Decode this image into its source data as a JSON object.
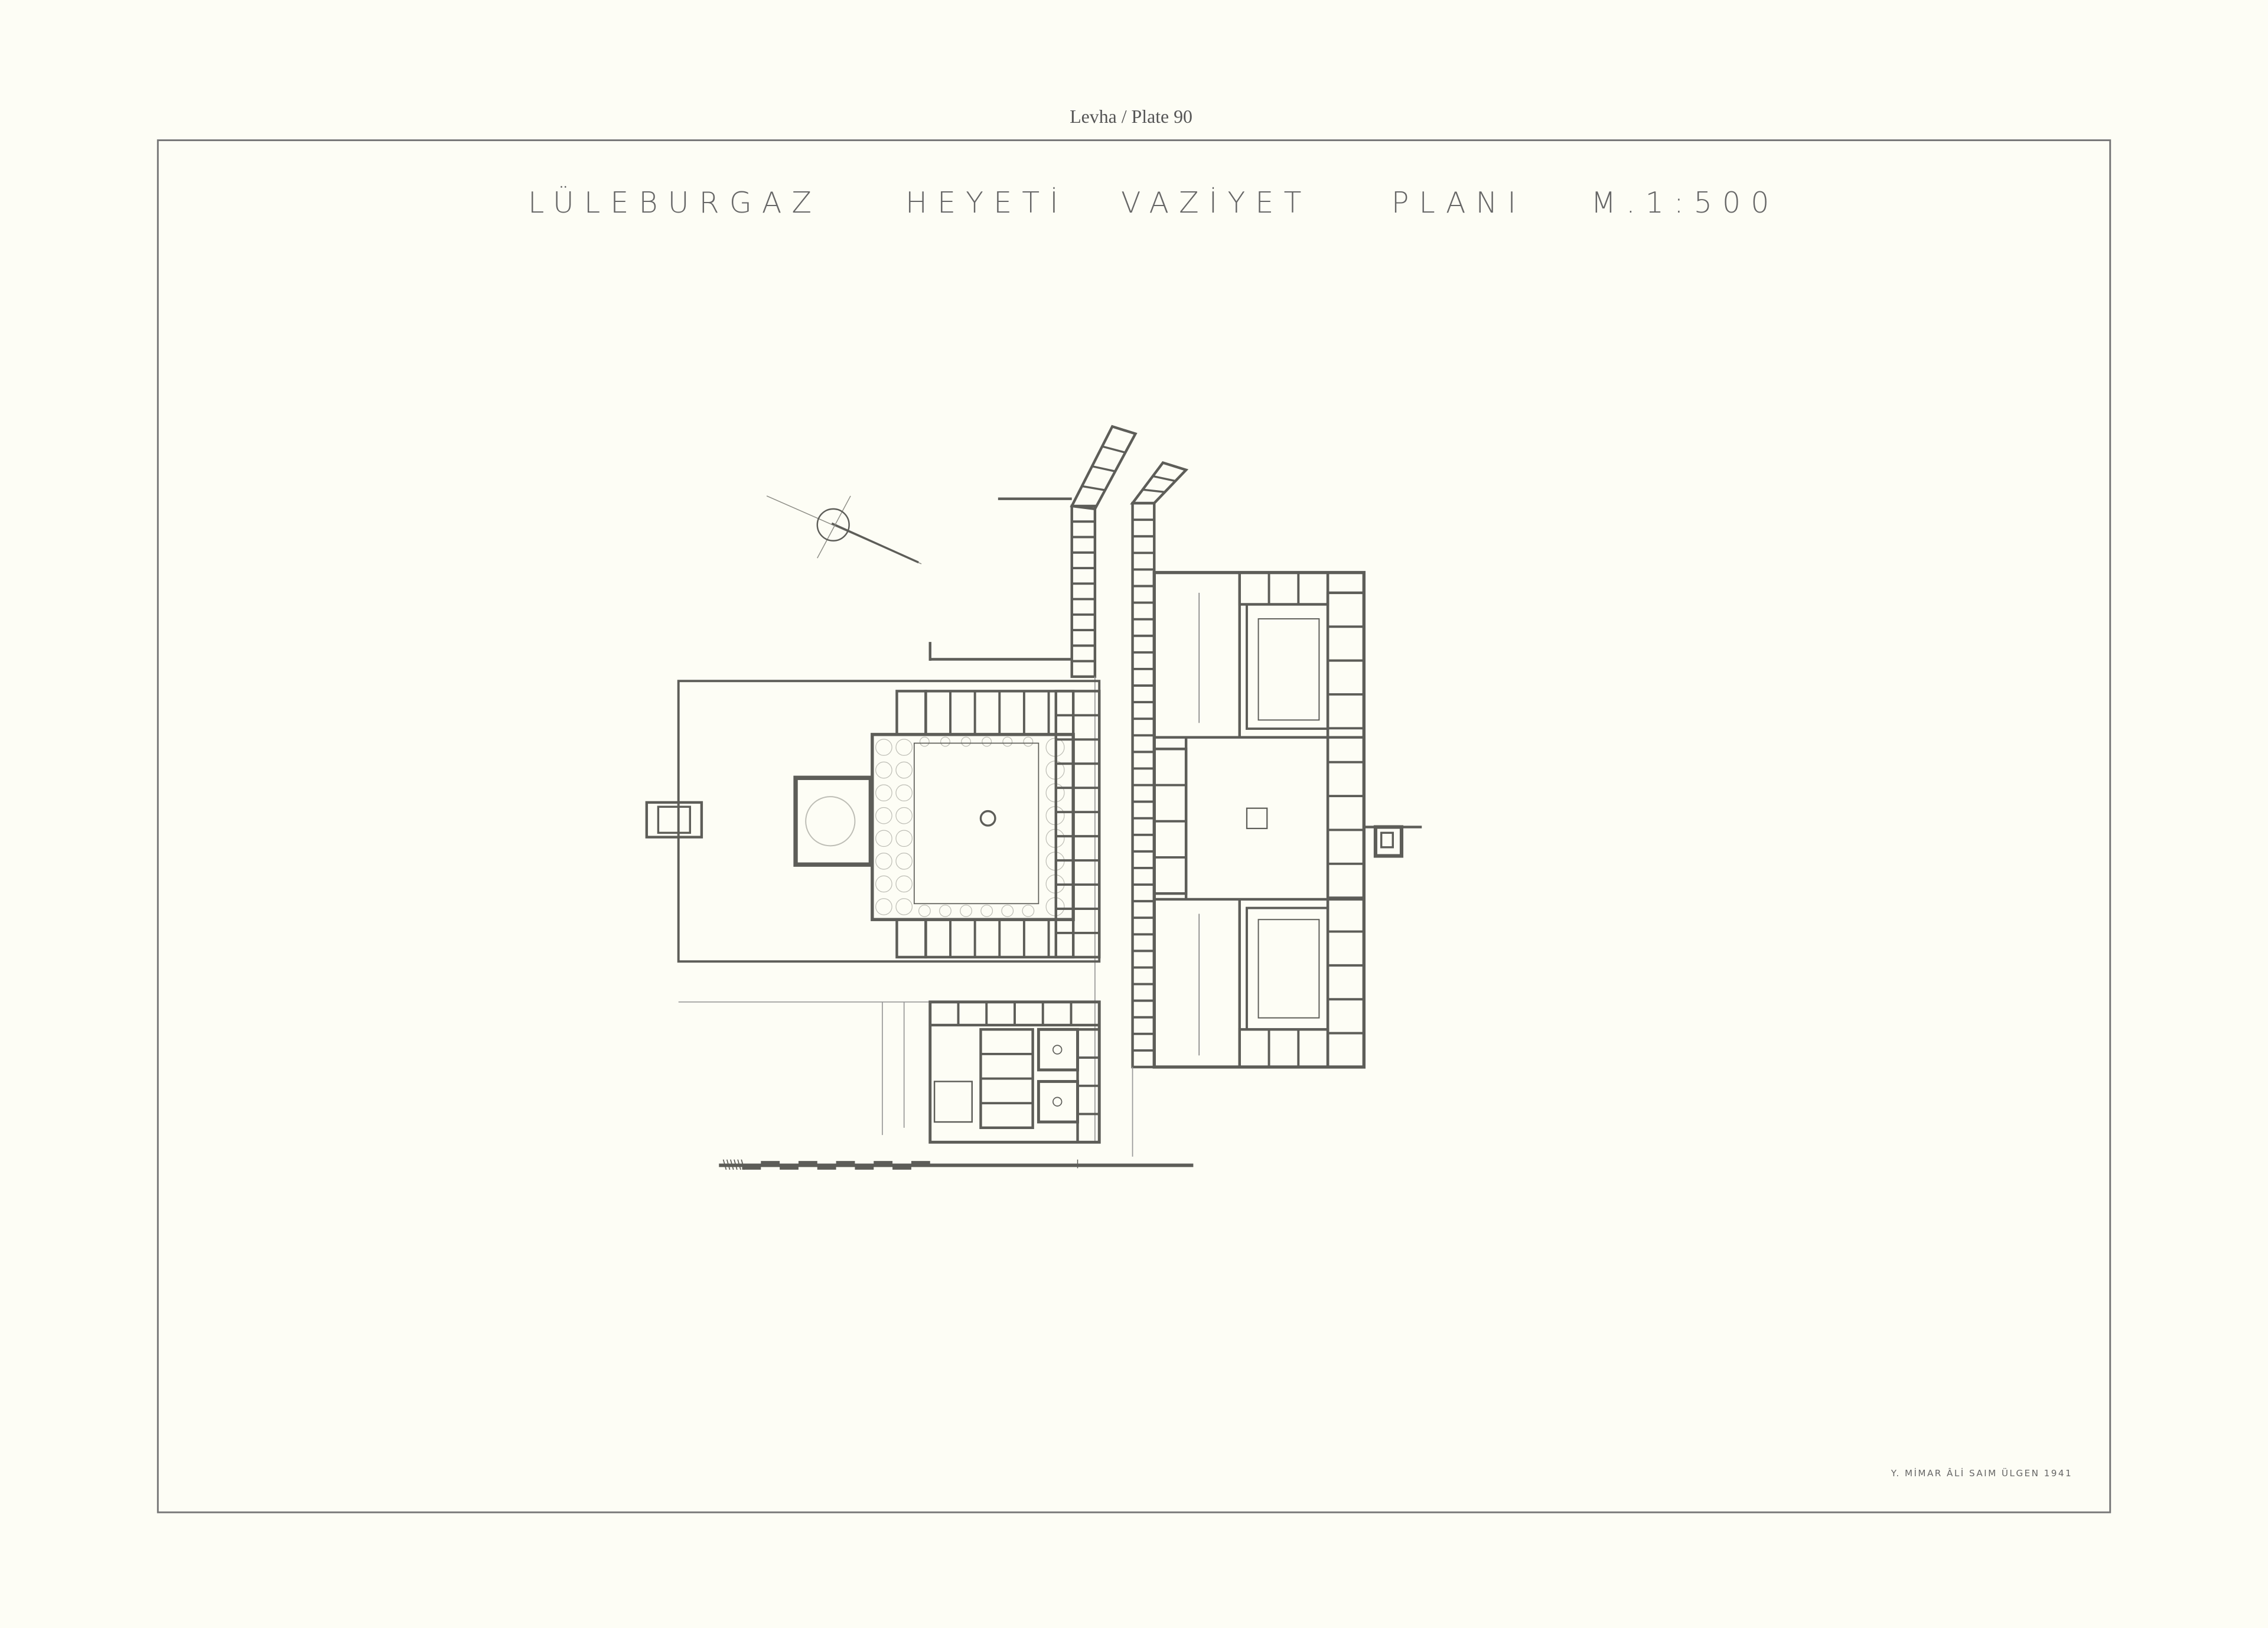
{
  "header": {
    "plate_label": "Levha / Plate  90"
  },
  "title": {
    "place": "LÜLEBURGAZ",
    "word2": "HEYETİ",
    "word3": "VAZİYET",
    "word4": "PLANI",
    "scale": "M.1:500"
  },
  "signature": "Y. MİMAR  ÂLİ  SAIM  ÜLGEN  1941",
  "colors": {
    "paper": "#fdfdf5",
    "ink": "#5d5d58"
  }
}
